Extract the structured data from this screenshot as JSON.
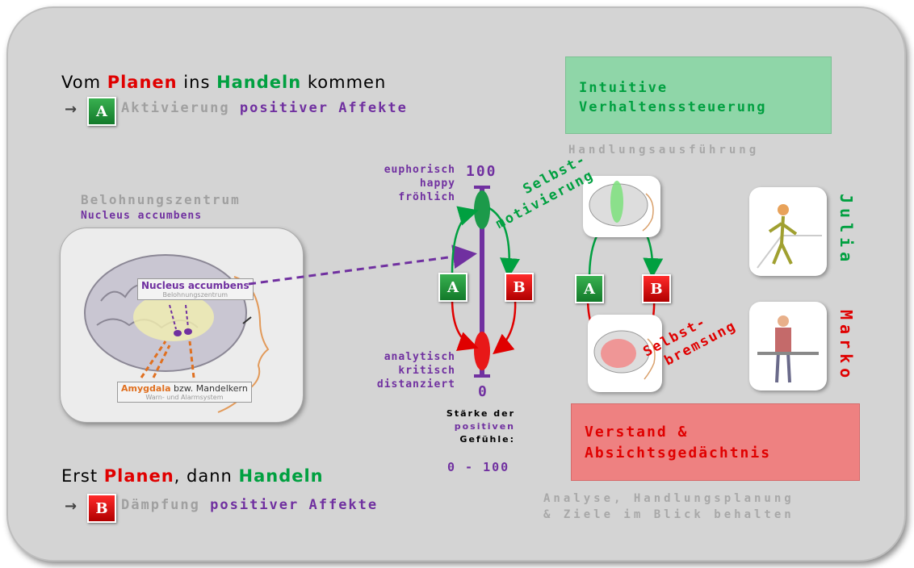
{
  "top_title": {
    "pre": "Vom ",
    "w1": "Planen",
    "mid": " ins ",
    "w2": "Handeln",
    "post": " kommen"
  },
  "top_sub": {
    "arrow": "→",
    "badge": "A",
    "t1": "Aktivierung",
    "t2": "positiver Affekte"
  },
  "bottom_title": {
    "w1": "Erst ",
    "w2": "Planen",
    "w3": ", dann ",
    "w4": "Handeln"
  },
  "bottom_sub": {
    "arrow": "→",
    "badge": "B",
    "t1": "Dämpfung",
    "t2": "positiver Affekte"
  },
  "reward": {
    "title": "Belohnungszentrum",
    "subtitle": "Nucleus accumbens"
  },
  "brain": {
    "nucleus_label": "Nucleus accumbens",
    "nucleus_sub": "Belohnungszentrum",
    "amygdala_bold": "Amygdala",
    "amygdala_rest": " bzw. Mandelkern",
    "amygdala_sub": "Warn- und Alarmsystem"
  },
  "scale": {
    "top_value": "100",
    "bottom_value": "0",
    "top_labels": [
      "euphorisch",
      "happy",
      "fröhlich"
    ],
    "bottom_labels": [
      "analytisch",
      "kritisch",
      "distanziert"
    ],
    "badge_a": "A",
    "badge_b": "B",
    "strength_lines": [
      "Stärke der",
      "positiven",
      "Gefühle:"
    ],
    "range": "0 - 100"
  },
  "intuitive": {
    "line1": "Intuitive",
    "line2": "Verhaltenssteuerung",
    "caption": "Handlungsausführung"
  },
  "verstand": {
    "line1": "Verstand &",
    "line2": "Absichtsgedächtnis",
    "caption1": "Analyse, Handlungsplanung",
    "caption2": "& Ziele im Blick behalten"
  },
  "selbst": {
    "motiv1": "Selbst-",
    "motiv2": "motivierung",
    "brems1": "Selbst-",
    "brems2": "bremsung",
    "badge_a": "A",
    "badge_b": "B"
  },
  "people": {
    "julia": "Julia",
    "marko": "Marko"
  },
  "colors": {
    "red": "#e00000",
    "green": "#00a040",
    "purple": "#7030a0",
    "gray": "#a0a0a0",
    "box_green": "#8fd6a8",
    "box_red": "#ee8181"
  }
}
